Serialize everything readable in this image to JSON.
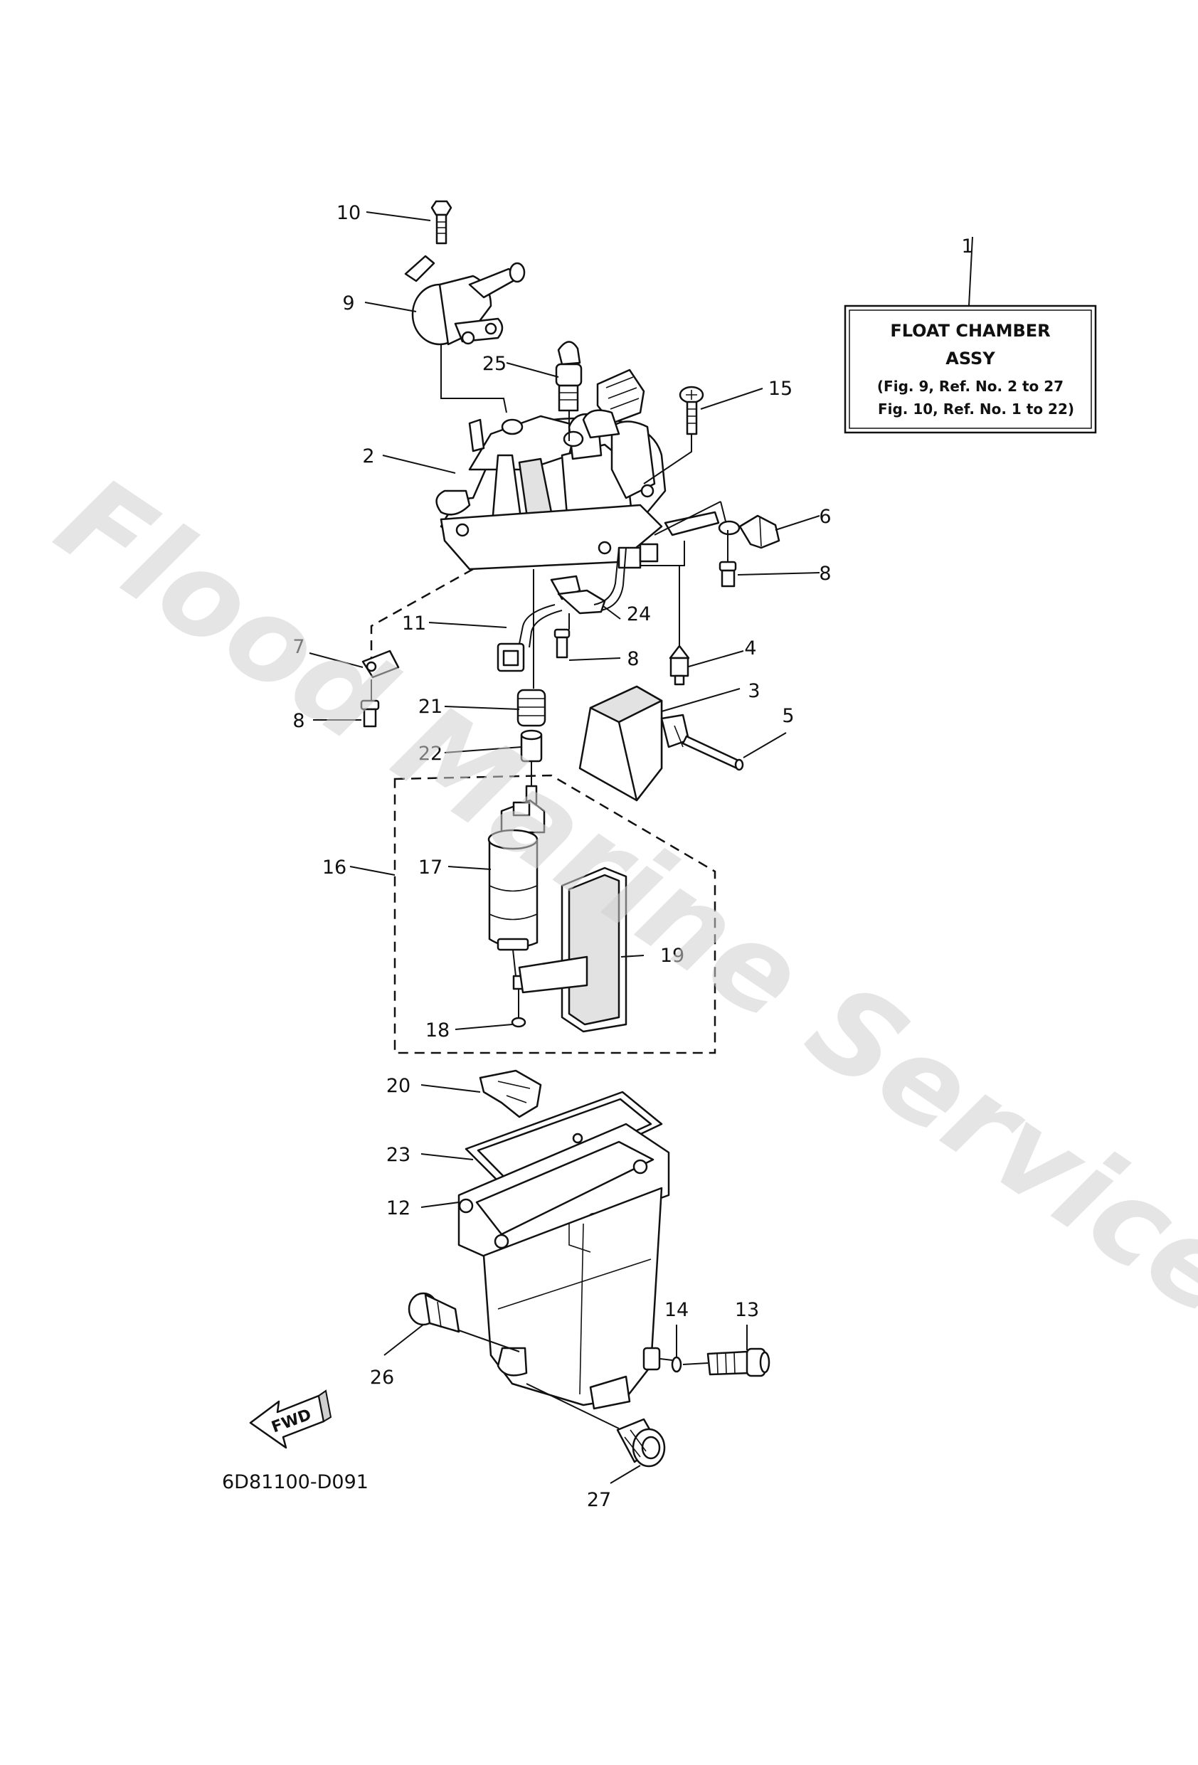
{
  "watermark": "Flood Marine Services",
  "labels": [
    "1",
    "2",
    "3",
    "4",
    "5",
    "6",
    "7",
    "8",
    "8",
    "8",
    "9",
    "10",
    "11",
    "12",
    "13",
    "14",
    "15",
    "16",
    "17",
    "18",
    "19",
    "20",
    "21",
    "22",
    "23",
    "24",
    "25",
    "26",
    "27"
  ],
  "info_box": {
    "line1": "FLOAT CHAMBER",
    "line2": "ASSY",
    "line3": "(Fig. 9, Ref. No. 2 to 27",
    "line4": "Fig. 10, Ref. No. 1 to 22)"
  },
  "fwd_arrow_text": "FWD",
  "drawing_code": "6D81100-D091"
}
